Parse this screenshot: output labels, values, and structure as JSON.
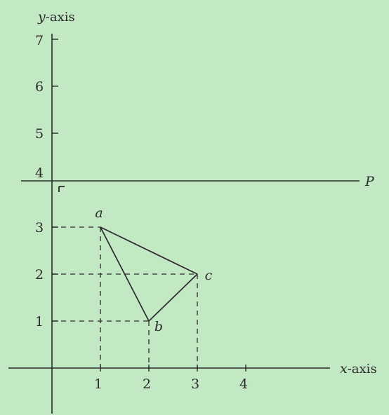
{
  "figure": {
    "x_axis_title": {
      "var": "x",
      "suffix": "-axis"
    },
    "y_axis_title": {
      "var": "y",
      "suffix": "-axis"
    },
    "x_ticks": [
      "1",
      "2",
      "3",
      "4"
    ],
    "y_ticks": [
      "1",
      "2",
      "3",
      "4",
      "5",
      "6",
      "7"
    ],
    "line_p": {
      "label": "P",
      "y": 4
    },
    "points": [
      {
        "label": "a",
        "x": 1,
        "y": 3
      },
      {
        "label": "b",
        "x": 2,
        "y": 1
      },
      {
        "label": "c",
        "x": 3,
        "y": 2
      }
    ],
    "colors": {
      "background": "#c2e8c4",
      "ink": "#2b2b2b"
    }
  }
}
